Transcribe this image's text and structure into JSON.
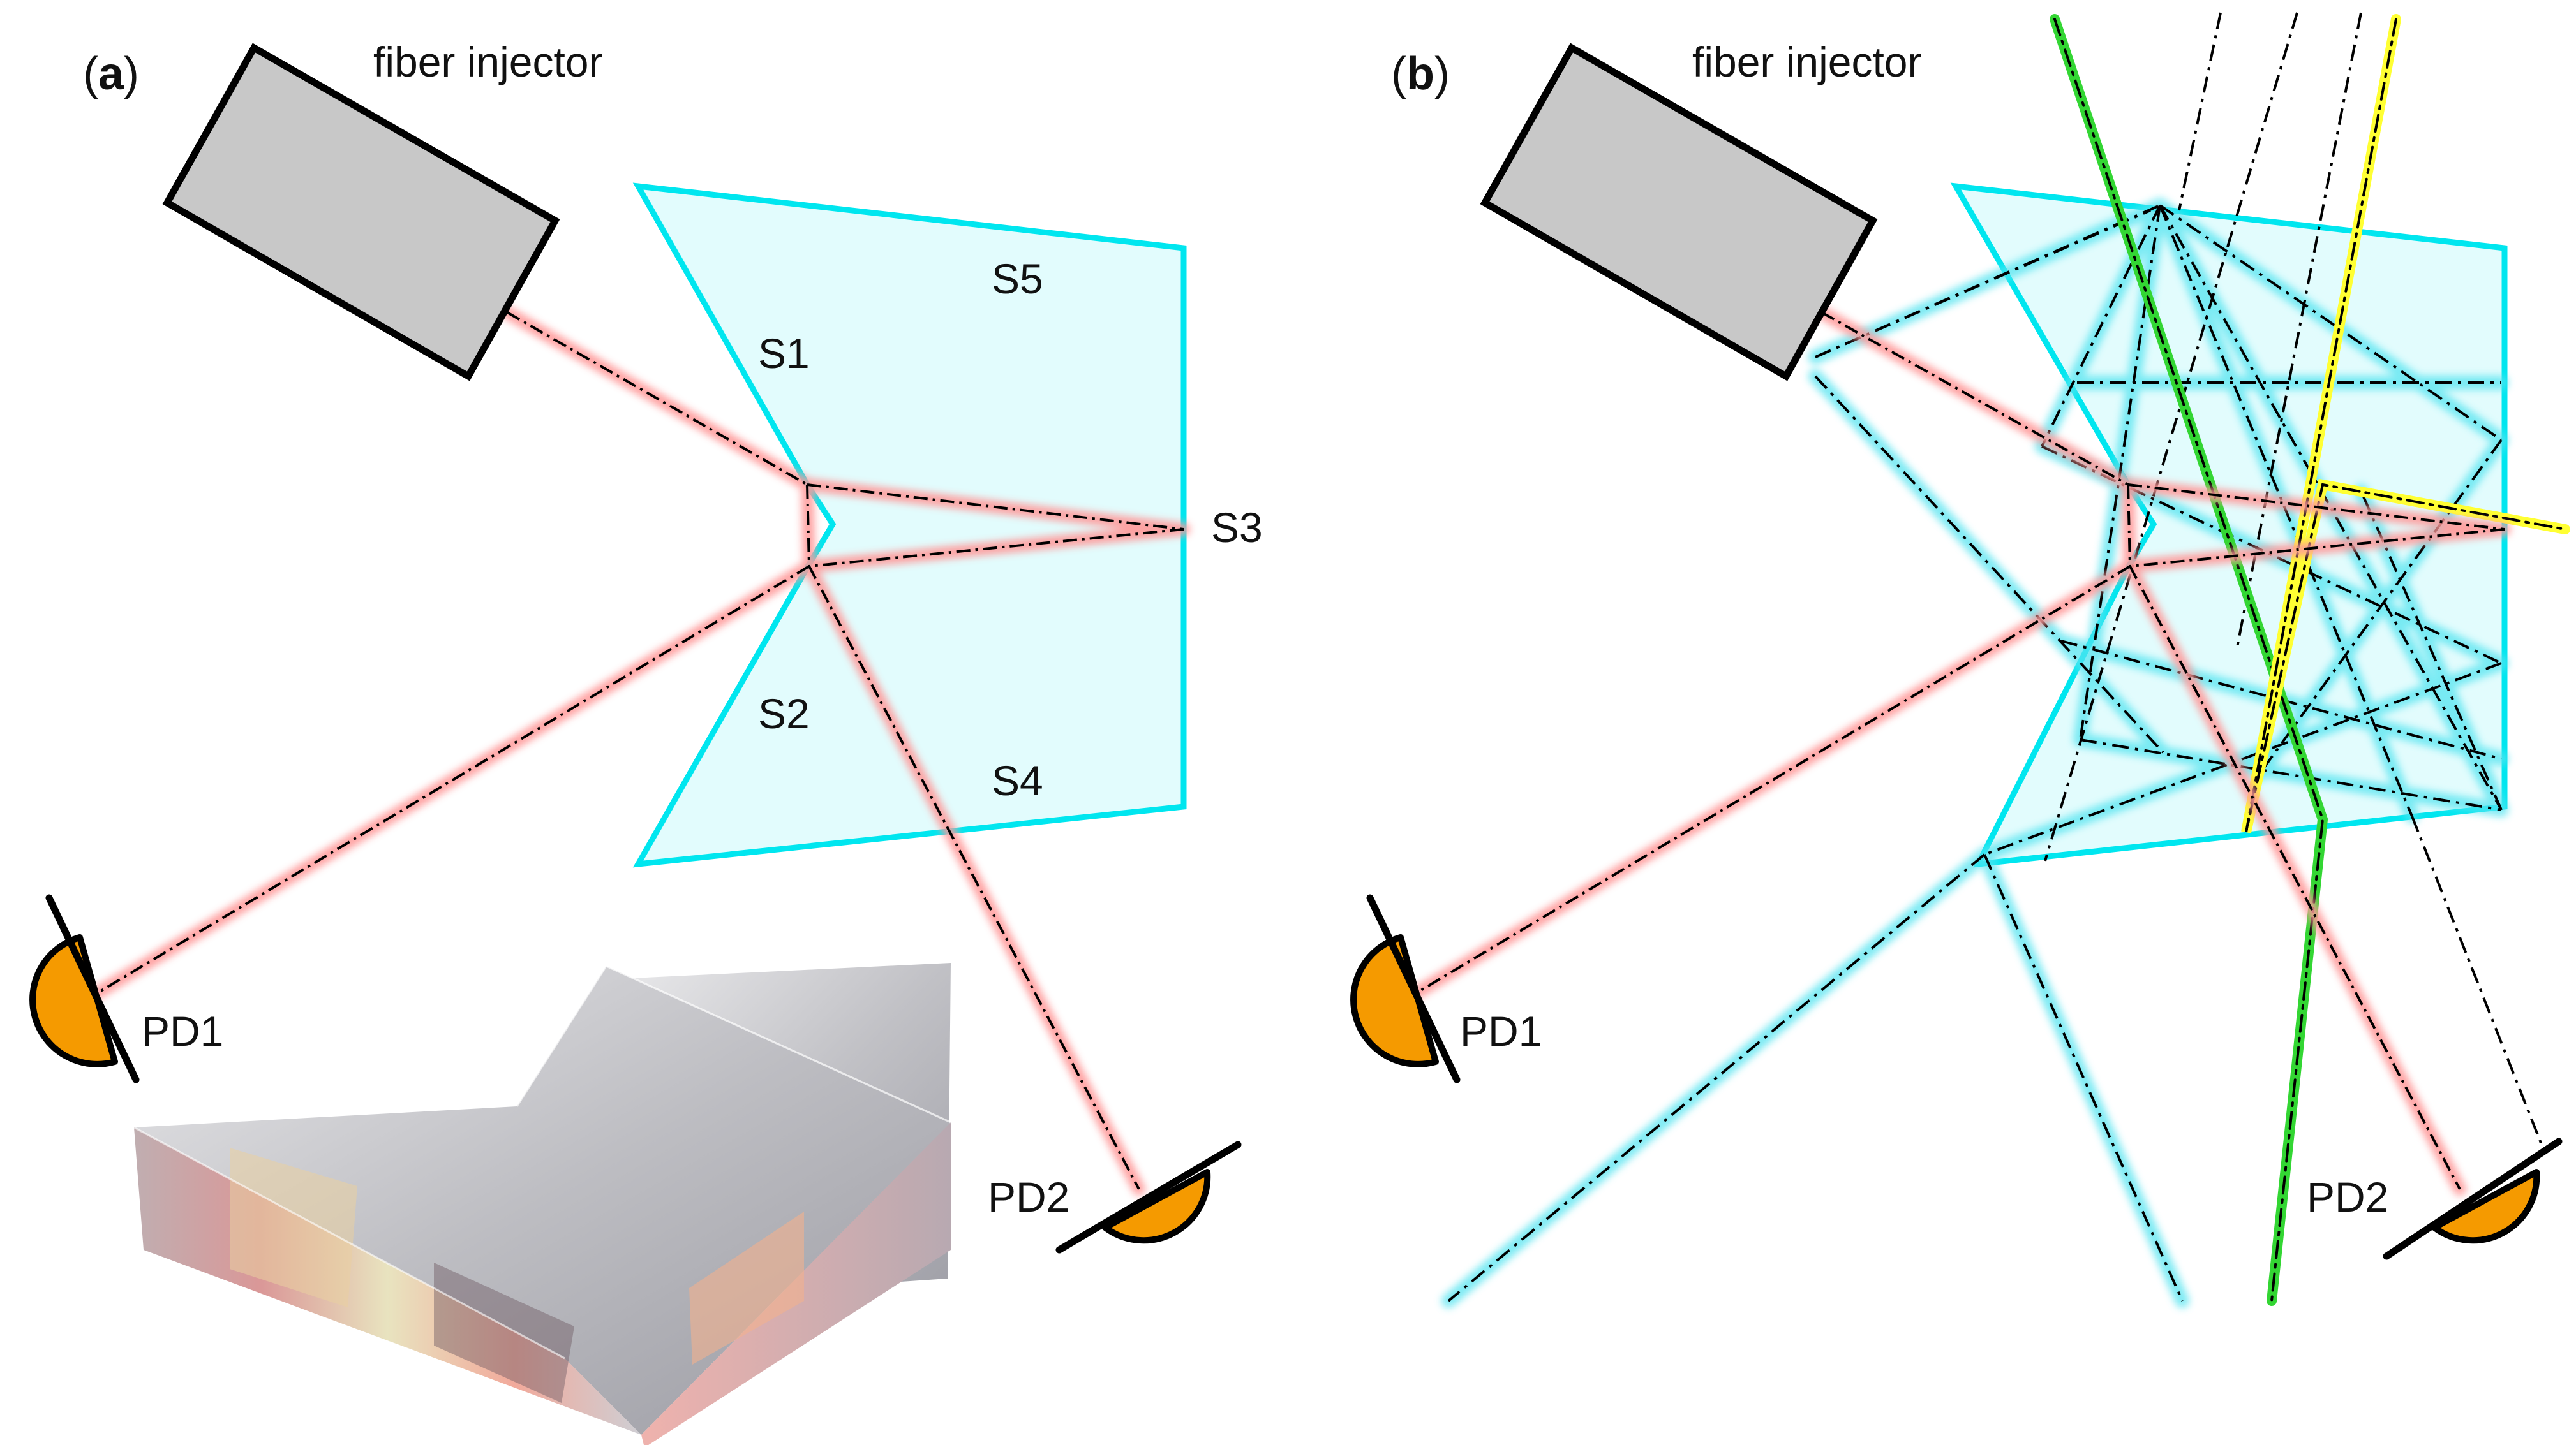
{
  "panels": [
    {
      "id": "a",
      "label": "a",
      "injector_label": "fiber injector",
      "surfaces": [
        "S1",
        "S2",
        "S3",
        "S4",
        "S5"
      ],
      "detectors": [
        "PD1",
        "PD2"
      ]
    },
    {
      "id": "b",
      "label": "b",
      "injector_label": "fiber injector",
      "detectors": [
        "PD1",
        "PD2"
      ]
    }
  ],
  "colors": {
    "prism_edge": "#00e6ef",
    "prism_fill": "#e2fcfd",
    "injector_fill": "#c8c8c8",
    "detector_fill": "#f59a00",
    "beam_red": "#ff9a9a",
    "beam_cyan": "#55e4f0",
    "beam_green": "#33d633",
    "beam_yellow": "#ffff33"
  }
}
